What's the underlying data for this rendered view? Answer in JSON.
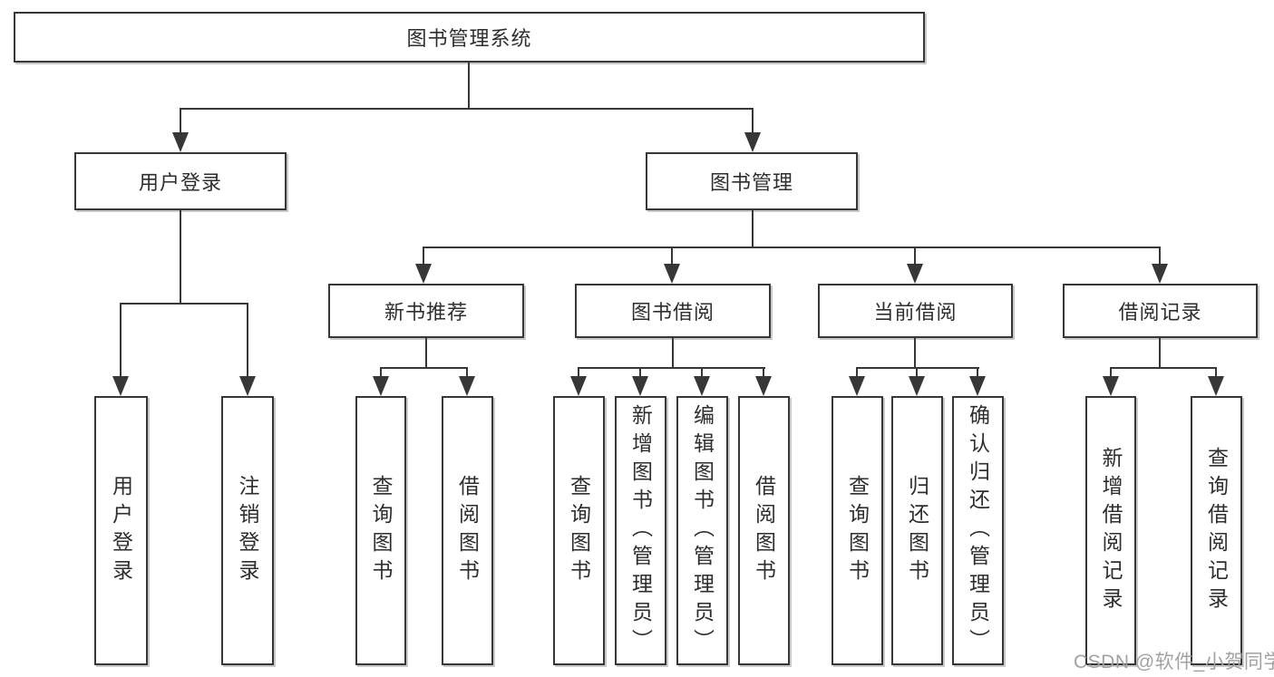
{
  "tree": {
    "root": "图书管理系统",
    "branches": [
      {
        "label": "用户登录",
        "children": [
          {
            "label": "用户登录"
          },
          {
            "label": "注销登录"
          }
        ]
      },
      {
        "label": "图书管理",
        "children": [
          {
            "label": "新书推荐",
            "children": [
              {
                "label": "查询图书"
              },
              {
                "label": "借阅图书"
              }
            ]
          },
          {
            "label": "图书借阅",
            "children": [
              {
                "label": "查询图书"
              },
              {
                "label": "新增图书（管理员）"
              },
              {
                "label": "编辑图书（管理员）"
              },
              {
                "label": "借阅图书"
              }
            ]
          },
          {
            "label": "当前借阅",
            "children": [
              {
                "label": "查询图书"
              },
              {
                "label": "归还图书"
              },
              {
                "label": "确认归还（管理员）"
              }
            ]
          },
          {
            "label": "借阅记录",
            "children": [
              {
                "label": "新增借阅记录"
              },
              {
                "label": "查询借阅记录"
              }
            ]
          }
        ]
      }
    ]
  },
  "watermark": {
    "text": "CSDN @软件_小贺同学"
  },
  "colors": {
    "line": "#373737",
    "box_bg": "#ffffff",
    "text": "#2e2e2e",
    "watermark": "#a2a2a2"
  }
}
